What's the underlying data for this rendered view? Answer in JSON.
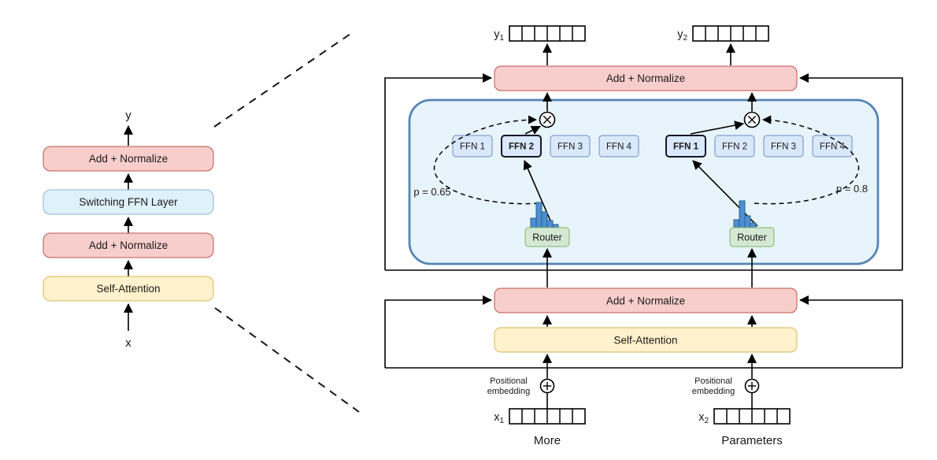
{
  "palette": {
    "add_normalize_fill": "#F8CECC",
    "add_normalize_stroke": "#B85450",
    "self_attention_fill": "#FFF2CC",
    "self_attention_stroke": "#D6B656",
    "switching_ffn_fill": "#DFF1FB",
    "switching_ffn_stroke": "#8DB4D9",
    "ffn_box_fill": "#DAE8FC",
    "ffn_box_stroke": "#6C8EBF",
    "expert_container_fill": "#E8F4FB",
    "expert_container_stroke": "#5585B5",
    "router_fill": "#D5E8D4",
    "router_stroke": "#82B366",
    "histogram_fill": "#4D8FD1",
    "histogram_stroke": "#2C5F8E"
  },
  "left_panel": {
    "output_label": "y",
    "input_label": "x",
    "blocks": {
      "add_normalize_top": "Add + Normalize",
      "switching_ffn": "Switching FFN Layer",
      "add_normalize_bottom": "Add + Normalize",
      "self_attention": "Self-Attention"
    }
  },
  "right_panel": {
    "add_normalize_top": "Add + Normalize",
    "add_normalize_bottom": "Add + Normalize",
    "self_attention": "Self-Attention",
    "outputs": [
      {
        "base": "y",
        "sub": "1"
      },
      {
        "base": "y",
        "sub": "2"
      }
    ],
    "inputs": [
      {
        "base": "x",
        "sub": "1"
      },
      {
        "base": "x",
        "sub": "2"
      }
    ],
    "positional_embedding": {
      "line1": "Positional",
      "line2": "embedding"
    },
    "token1": {
      "router": "Router",
      "probability": "p = 0.65",
      "ffn_labels": [
        "FFN 1",
        "FFN 2",
        "FFN 3",
        "FFN 4"
      ],
      "selected_index": 1,
      "histogram": [
        12,
        32,
        20,
        9,
        4
      ],
      "caption": "More"
    },
    "token2": {
      "router": "Router",
      "probability": "p = 0.8",
      "ffn_labels": [
        "FFN 1",
        "FFN 2",
        "FFN 3",
        "FFN 4"
      ],
      "selected_index": 0,
      "histogram": [
        10,
        34,
        15,
        6
      ],
      "caption": "Parameters"
    }
  }
}
